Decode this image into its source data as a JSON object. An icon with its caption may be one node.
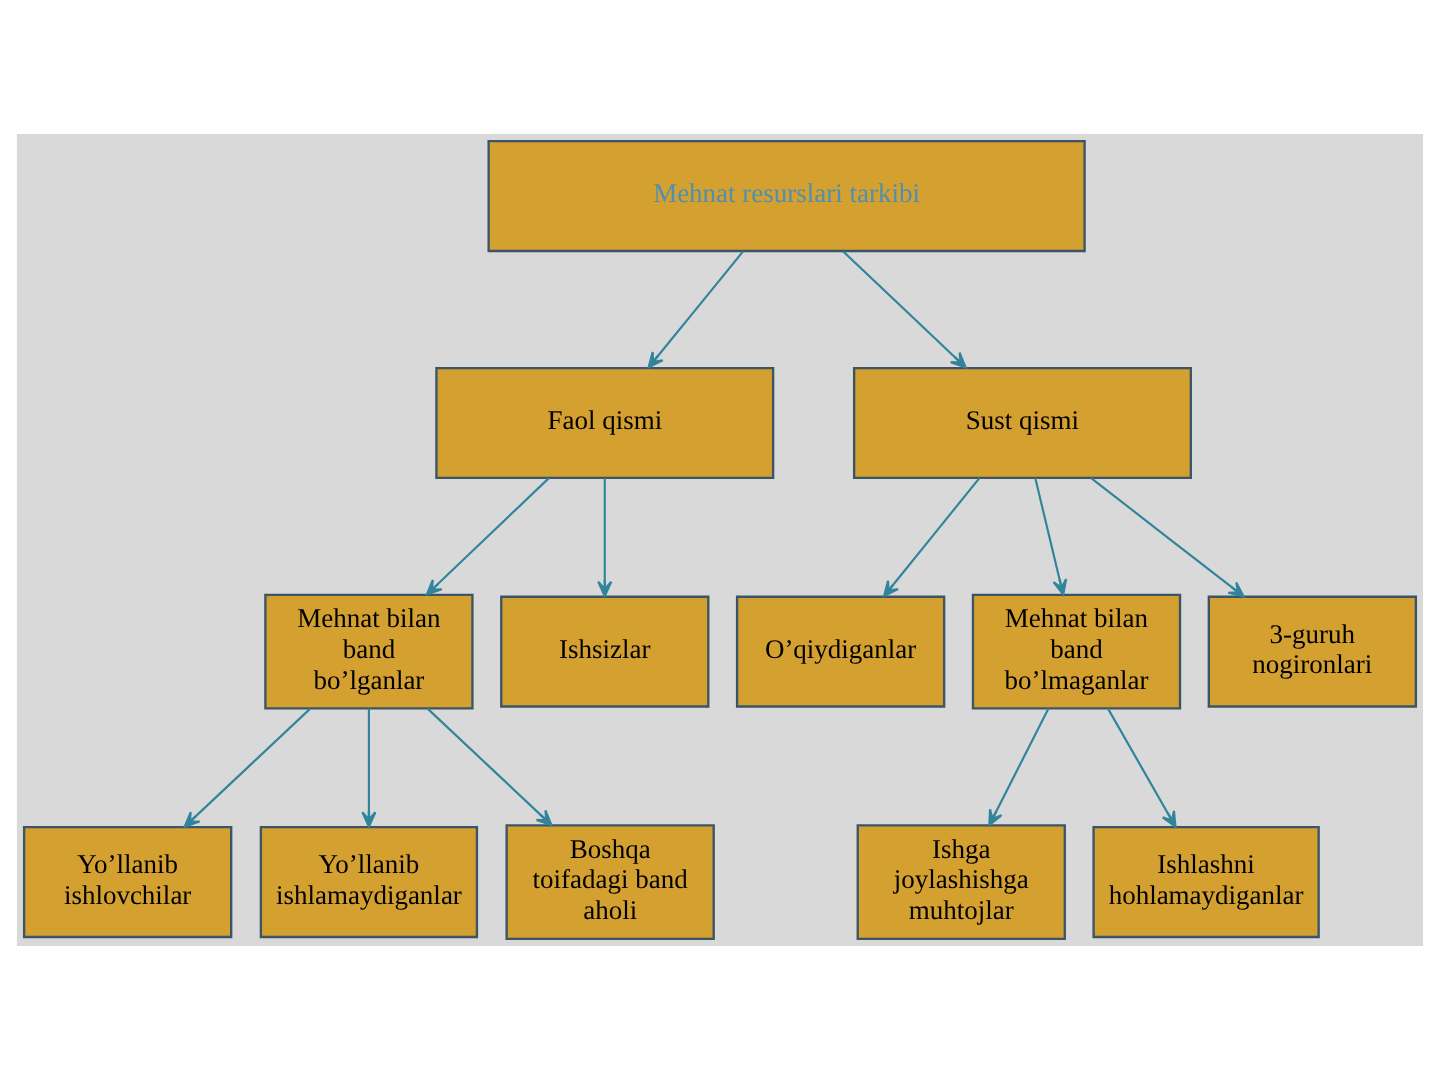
{
  "diagram": {
    "nodes": [
      {
        "text": [
          "Mehnat resurslari tarkibi"
        ]
      },
      {
        "text": [
          "Faol qismi"
        ]
      },
      {
        "text": [
          "Sust qismi"
        ]
      },
      {
        "text": [
          "Mehnat bilan band bo’lganlar"
        ]
      },
      {
        "text": [
          "Ishsizlar"
        ]
      },
      {
        "text": [
          "O’qiydiganlar"
        ]
      },
      {
        "text": [
          "Mehnat bilan band bo’lmaganlar"
        ]
      },
      {
        "text": [
          "3-guruh nogironlari"
        ]
      },
      {
        "text": [
          "Yo’llanib ishlovchilar"
        ]
      },
      {
        "text": [
          "Yo’llanib ishlamaydiganlar"
        ]
      },
      {
        "text": [
          "Boshqa toifadagi band aholi"
        ]
      },
      {
        "text": [
          "Ishga joylashishga muhtojlar"
        ]
      },
      {
        "text": [
          "Ishlashni hohlamaydiganlar"
        ]
      }
    ],
    "edges": [
      {
        "from": 0,
        "to": 1,
        "arrow": "to"
      },
      {
        "from": 0,
        "to": 2,
        "arrow": "to"
      },
      {
        "from": 1,
        "to": 3,
        "arrow": "to"
      },
      {
        "from": 1,
        "to": 4,
        "arrow": "to"
      },
      {
        "from": 2,
        "to": 5,
        "arrow": "to"
      },
      {
        "from": 2,
        "to": 6,
        "arrow": "to"
      },
      {
        "from": 2,
        "to": 7,
        "arrow": "to"
      },
      {
        "from": 3,
        "to": 8,
        "arrow": "to"
      },
      {
        "from": 3,
        "to": 9,
        "arrow": "to"
      },
      {
        "from": 3,
        "to": 10,
        "arrow": "to"
      },
      {
        "from": 6,
        "to": 11,
        "arrow": "to"
      },
      {
        "from": 6,
        "to": 12,
        "arrow": "to"
      }
    ]
  }
}
